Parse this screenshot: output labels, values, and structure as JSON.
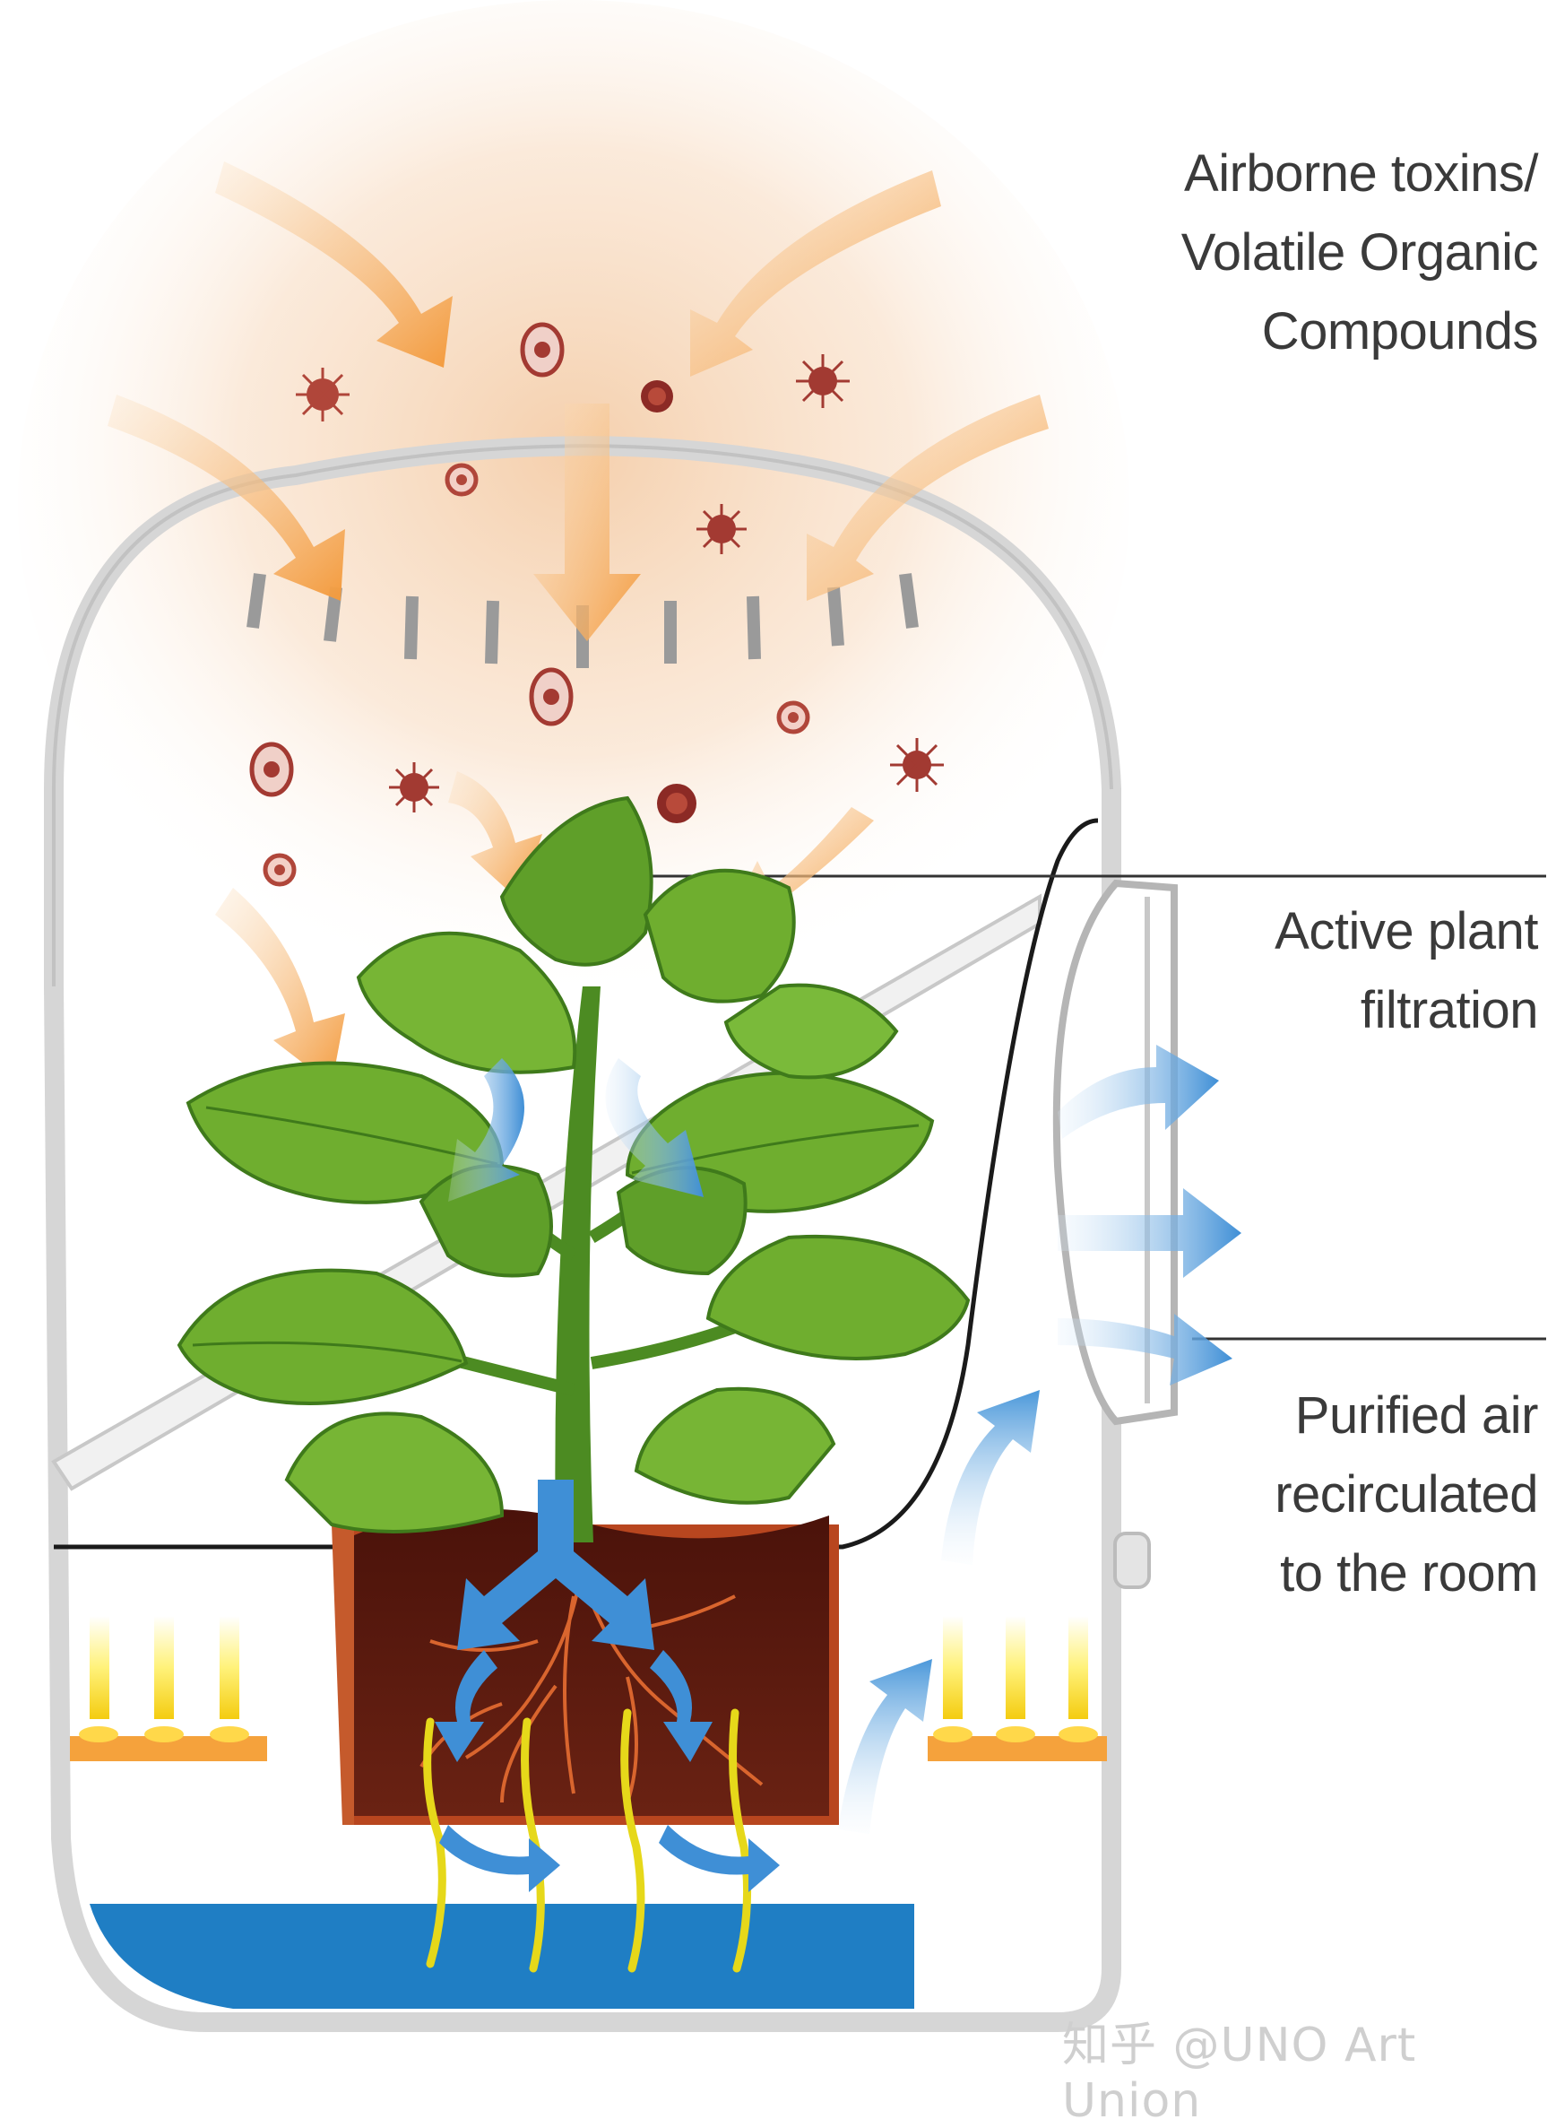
{
  "labels": {
    "toxins": [
      "Airborne toxins/",
      "Volatile Organic",
      "Compounds"
    ],
    "active": [
      "Active plant",
      "filtration"
    ],
    "purified": [
      "Purified air",
      "recirculated",
      "to the room"
    ]
  },
  "watermark": "知乎 @UNO Art Union",
  "icons": {
    "toxin_particles": "toxin-particle-icon",
    "inflow_arrows": "orange-arrow-icon",
    "purified_arrows": "blue-arrow-icon",
    "leaf": "leaf-icon",
    "lamp": "grow-light-icon"
  },
  "colors": {
    "toxin_glow": "#f5c9a0",
    "inflow_arrow": "#f4a64a",
    "purified_arrow": "#3f8fd6",
    "leaf": "#6fae2f",
    "soil": "#5a1a10",
    "water": "#1f7ec4",
    "roots": "#e0d21c",
    "lamp": "#f5d61c"
  }
}
